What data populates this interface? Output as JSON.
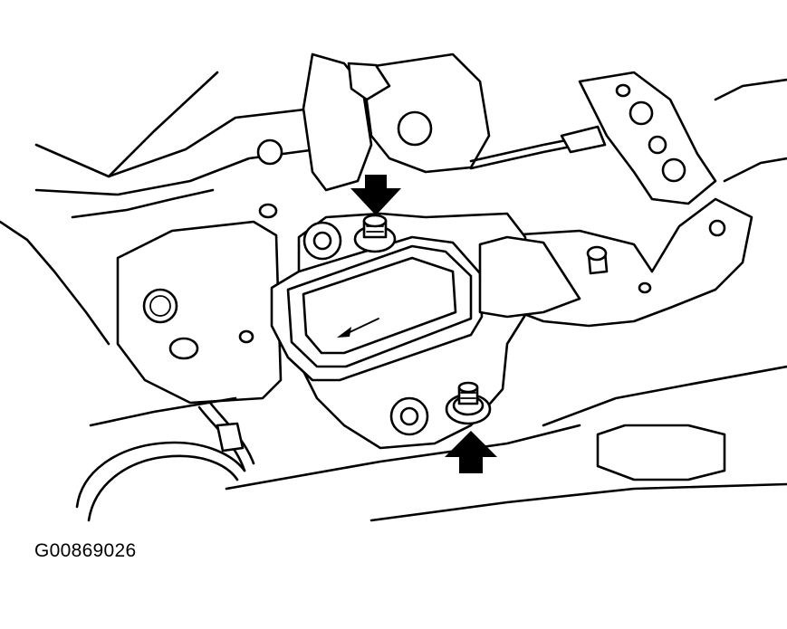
{
  "figure": {
    "id_label": "G00869026",
    "component": "sensor-module",
    "callouts": [
      {
        "name": "arrow-down-icon",
        "points_at": "upper-mounting-stud"
      },
      {
        "name": "arrow-up-icon",
        "points_at": "lower-mounting-stud"
      }
    ],
    "colors": {
      "line": "#000000",
      "background": "#ffffff"
    }
  }
}
